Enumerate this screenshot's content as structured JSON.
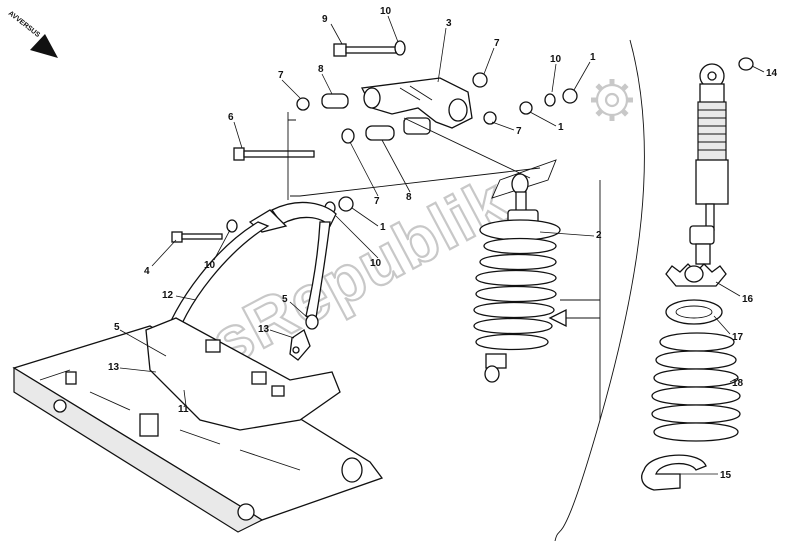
{
  "diagram": {
    "direction_marker": "AVVERSUS",
    "watermark": "PartsRepublik",
    "callouts": [
      "1",
      "2",
      "3",
      "4",
      "5",
      "6",
      "7",
      "8",
      "9",
      "10",
      "11",
      "12",
      "13",
      "14",
      "15",
      "16",
      "17",
      "18"
    ]
  }
}
